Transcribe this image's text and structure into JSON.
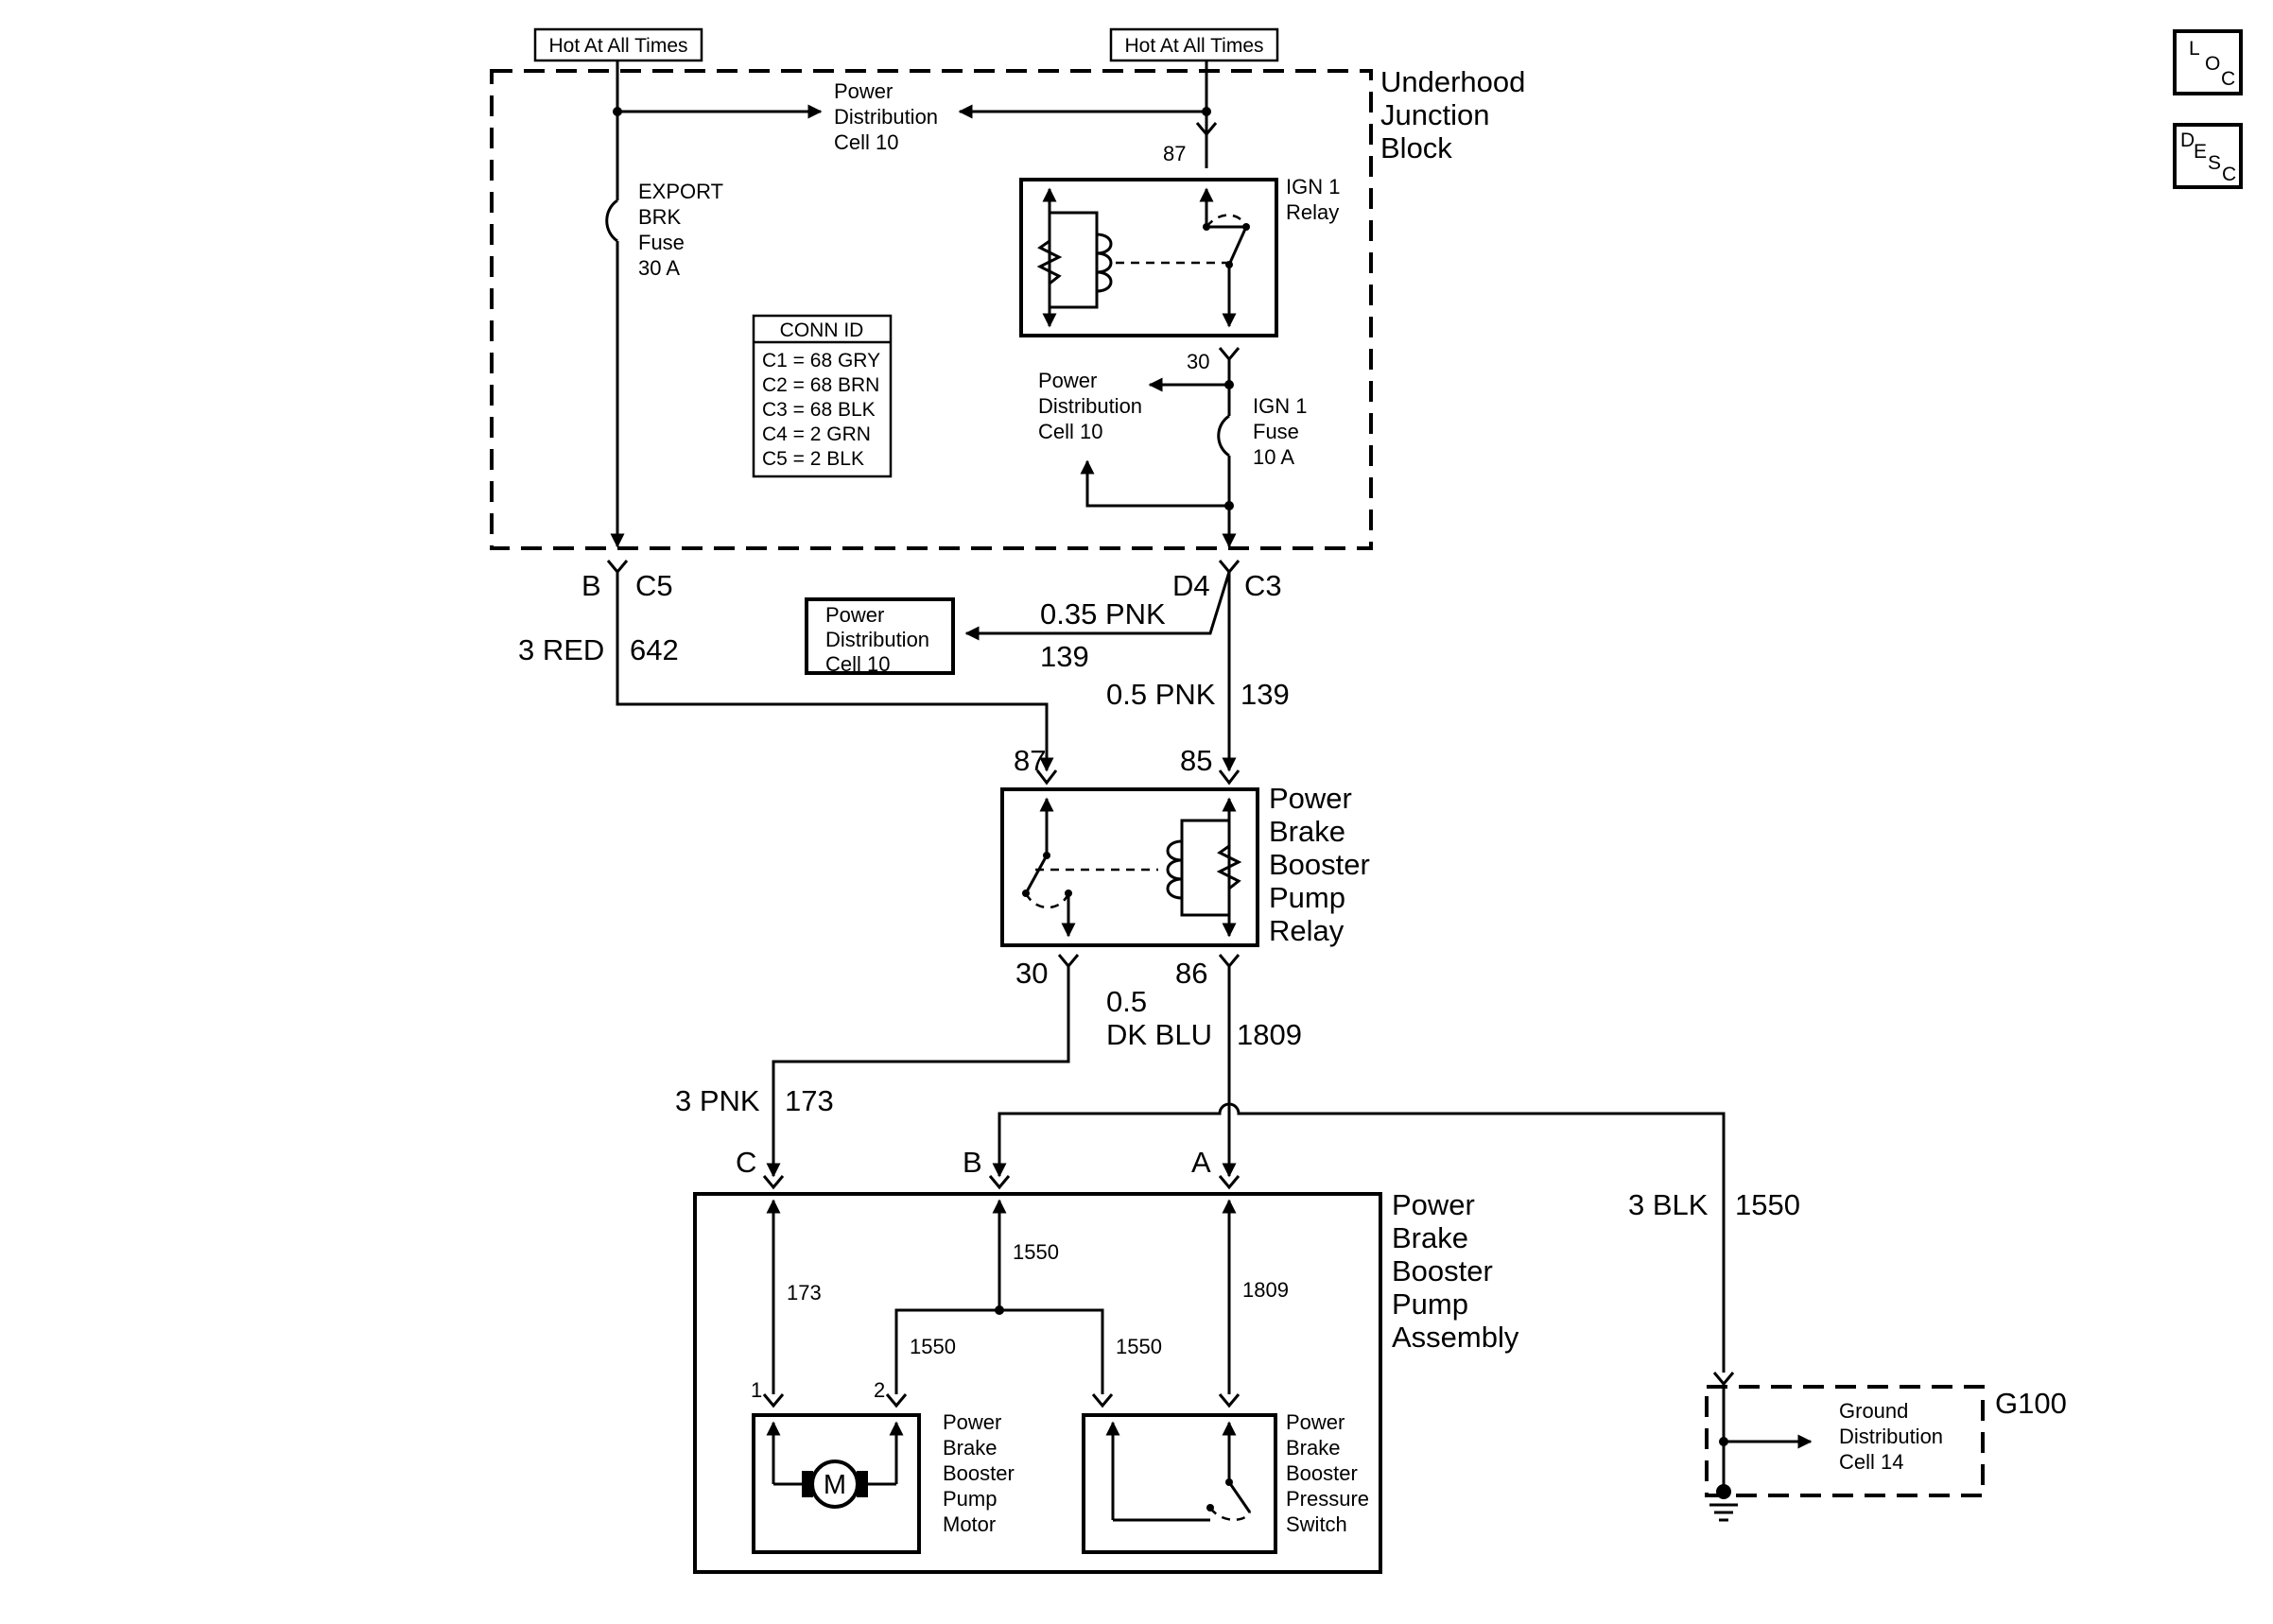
{
  "top": {
    "hot_left": "Hot At All Times",
    "hot_right": "Hot At All Times"
  },
  "locdesc": {
    "loc": [
      "L",
      "O",
      "C"
    ],
    "desc": [
      "D",
      "E",
      "S",
      "C"
    ]
  },
  "ujb": {
    "title": [
      "Underhood",
      "Junction",
      "Block"
    ],
    "pd_top": [
      "Power",
      "Distribution",
      "Cell 10"
    ],
    "export_fuse": [
      "EXPORT",
      "BRK",
      "Fuse",
      "30 A"
    ],
    "conn_id": {
      "title": "CONN ID",
      "rows": [
        "C1 = 68 GRY",
        "C2 = 68 BRN",
        "C3 = 68 BLK",
        "C4 = 2 GRN",
        "C5 = 2 BLK"
      ]
    },
    "ign_relay": [
      "IGN 1",
      "Relay"
    ],
    "pin87": "87",
    "pin30": "30",
    "pd_inner": [
      "Power",
      "Distribution",
      "Cell 10"
    ],
    "ign_fuse": [
      "IGN 1",
      "Fuse",
      "10 A"
    ]
  },
  "connectors": {
    "left_pin": "B",
    "left_conn": "C5",
    "right_pin": "D4",
    "right_conn": "C3"
  },
  "wires": {
    "w642_size_color": "3 RED",
    "w642_circuit": "642",
    "w139_branch_size_color": "0.35 PNK",
    "w139_branch_circuit": "139",
    "w139_size_color": "0.5 PNK",
    "w139_circuit": "139",
    "w1809_size": "0.5",
    "w1809_color": "DK BLU",
    "w1809_circuit": "1809",
    "w173_size_color": "3 PNK",
    "w173_circuit": "173",
    "w1550_size_color": "3 BLK",
    "w1550_circuit": "1550"
  },
  "pd_box": [
    "Power",
    "Distribution",
    "Cell 10"
  ],
  "relay": {
    "name": [
      "Power",
      "Brake",
      "Booster",
      "Pump",
      "Relay"
    ],
    "pin87": "87",
    "pin85": "85",
    "pin30": "30",
    "pin86": "86"
  },
  "assembly": {
    "name": [
      "Power",
      "Brake",
      "Booster",
      "Pump",
      "Assembly"
    ],
    "conn_c": "C",
    "conn_b": "B",
    "conn_a": "A",
    "c173": "173",
    "c1550_top": "1550",
    "c1550_left": "1550",
    "c1550_right": "1550",
    "c1809": "1809",
    "pin1": "1",
    "pin2": "2",
    "motor_symbol": "M",
    "motor": [
      "Power",
      "Brake",
      "Booster",
      "Pump",
      "Motor"
    ],
    "switch": [
      "Power",
      "Brake",
      "Booster",
      "Pressure",
      "Switch"
    ]
  },
  "ground": {
    "name": "G100",
    "dist": [
      "Ground",
      "Distribution",
      "Cell 14"
    ]
  }
}
